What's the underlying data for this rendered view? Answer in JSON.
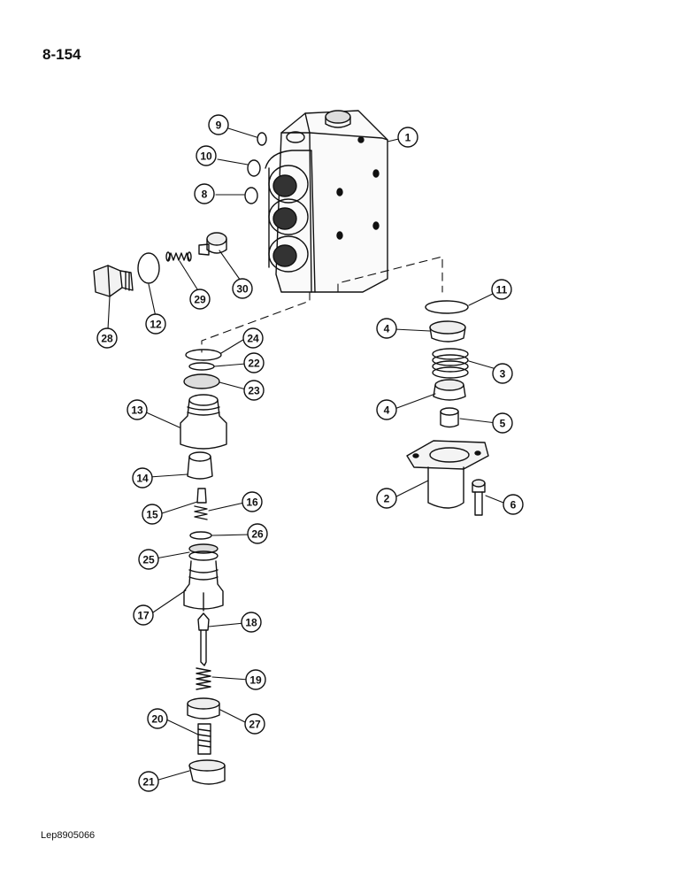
{
  "page": {
    "page_number": "8-154",
    "reference": "Lep8905066"
  },
  "callouts": [
    {
      "id": "c9",
      "label": "9"
    },
    {
      "id": "c1",
      "label": "1"
    },
    {
      "id": "c10",
      "label": "10"
    },
    {
      "id": "c8",
      "label": "8"
    },
    {
      "id": "c30",
      "label": "30"
    },
    {
      "id": "c29",
      "label": "29"
    },
    {
      "id": "c12",
      "label": "12"
    },
    {
      "id": "c28",
      "label": "28"
    },
    {
      "id": "c11",
      "label": "11"
    },
    {
      "id": "c4a",
      "label": "4"
    },
    {
      "id": "c3",
      "label": "3"
    },
    {
      "id": "c4b",
      "label": "4"
    },
    {
      "id": "c5",
      "label": "5"
    },
    {
      "id": "c2",
      "label": "2"
    },
    {
      "id": "c6",
      "label": "6"
    },
    {
      "id": "c24",
      "label": "24"
    },
    {
      "id": "c22",
      "label": "22"
    },
    {
      "id": "c23",
      "label": "23"
    },
    {
      "id": "c13",
      "label": "13"
    },
    {
      "id": "c14",
      "label": "14"
    },
    {
      "id": "c16",
      "label": "16"
    },
    {
      "id": "c15",
      "label": "15"
    },
    {
      "id": "c26",
      "label": "26"
    },
    {
      "id": "c25",
      "label": "25"
    },
    {
      "id": "c17",
      "label": "17"
    },
    {
      "id": "c18",
      "label": "18"
    },
    {
      "id": "c19",
      "label": "19"
    },
    {
      "id": "c20",
      "label": "20"
    },
    {
      "id": "c27",
      "label": "27"
    },
    {
      "id": "c21",
      "label": "21"
    }
  ]
}
